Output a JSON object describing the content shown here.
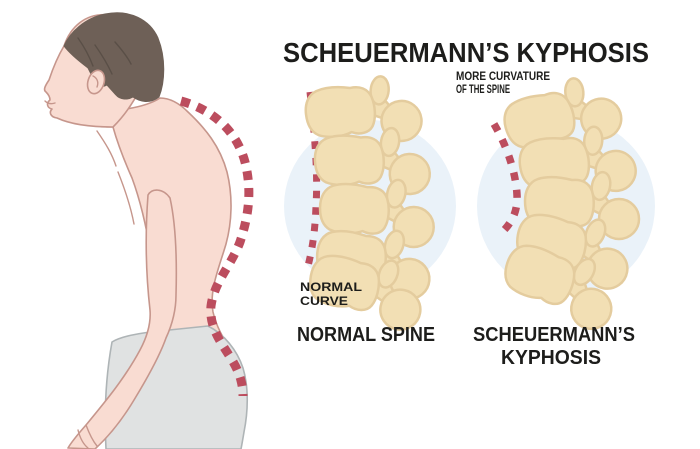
{
  "title": "SCHEUERMANN’S KYPHOSIS",
  "panels": {
    "normal": {
      "annotation": {
        "line1": "NORMAL",
        "line2": "CURVE"
      },
      "caption": "NORMAL SPINE"
    },
    "scheuermanns": {
      "annotation": {
        "line1": "MORE CURVATURE",
        "line2": "OF THE SPINE"
      },
      "caption": {
        "line1": "SCHEUERMANN’S",
        "line2": "KYPHOSIS"
      }
    }
  },
  "colors": {
    "background": "#ffffff",
    "text": "#1d1d1b",
    "dash_red": "#bc4d5e",
    "vertebra_fill": "#f2dfb4",
    "vertebra_stroke": "#e4cc9e",
    "halo_blue": "#eaf2f9",
    "skin": "#f9dcd2",
    "skin_outline": "#c6968c",
    "hair": "#6e6057",
    "pants": "#e0e2e2",
    "pants_outline": "#aeb4b6"
  }
}
